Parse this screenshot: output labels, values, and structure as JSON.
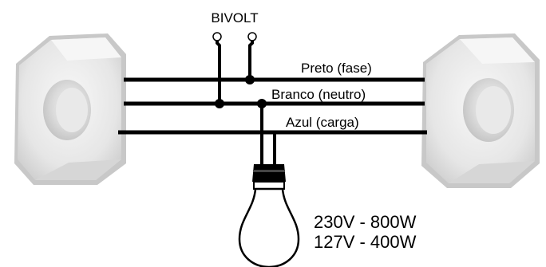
{
  "labels": {
    "bivolt": "BIVOLT",
    "wire_preto": "Preto (fase)",
    "wire_branco": "Branco (neutro)",
    "wire_azul": "Azul (carga)",
    "spec_230": "230V - 800W",
    "spec_127": "127V - 400W"
  },
  "colors": {
    "wire": "#000000",
    "device_body": "#ececec",
    "device_shadow": "#c9c9c9"
  },
  "icons": {
    "left_device": "light-switch-module-icon",
    "right_device": "light-switch-module-icon",
    "lamp": "light-bulb-icon",
    "terminals": "power-terminal-icon"
  }
}
